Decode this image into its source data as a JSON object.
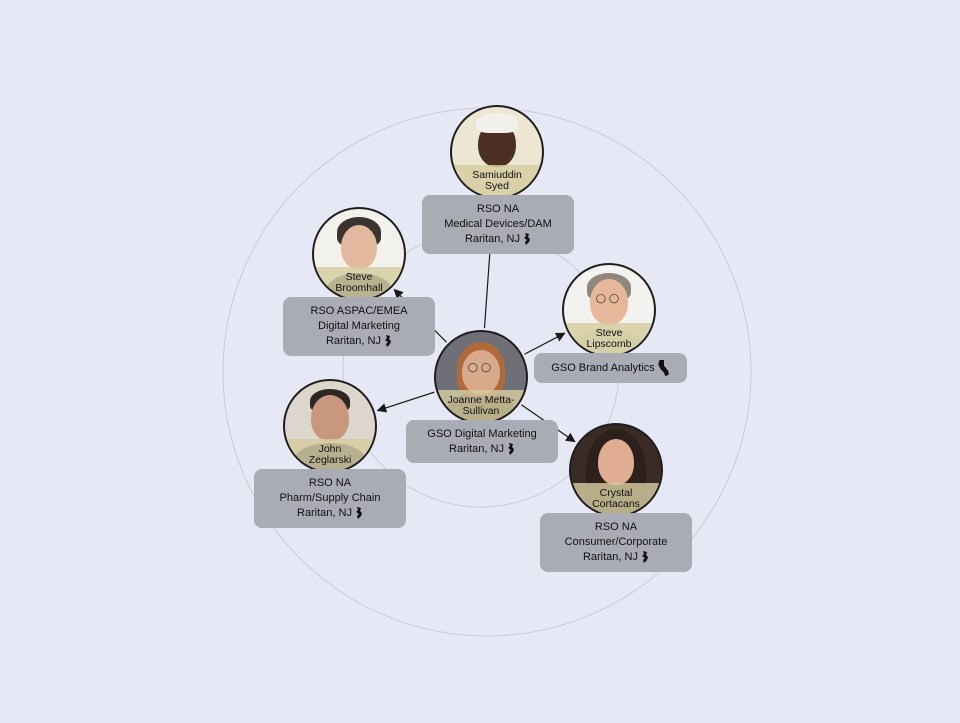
{
  "nodes": [
    {
      "id": "joanne",
      "name": "Joanne Metta-\nSullivan",
      "info_lines": [
        "GSO Digital Marketing"
      ],
      "location": "Raritan, NJ",
      "state_icon": "new-jersey-icon",
      "colors": {
        "skin": "#d8a98a",
        "hair": "#b06a3a",
        "body": "#3a3030",
        "bg": "#6f6f78"
      }
    },
    {
      "id": "samiuddin",
      "name": "Samiuddin\nSyed",
      "info_lines": [
        "RSO NA",
        "Medical Devices/DAM"
      ],
      "location": "Raritan, NJ",
      "state_icon": "new-jersey-icon",
      "colors": {
        "skin": "#4a2f22",
        "hair": "#f2f0ea",
        "body": "#e7e2d6",
        "bg": "#ece6d2"
      }
    },
    {
      "id": "steve-b",
      "name": "Steve\nBroomhall",
      "info_lines": [
        "RSO ASPAC/EMEA",
        "Digital Marketing"
      ],
      "location": "Raritan, NJ",
      "state_icon": "new-jersey-icon",
      "colors": {
        "skin": "#e2b99e",
        "hair": "#3a3330",
        "body": "#3b3f4a",
        "bg": "#f3f1ec"
      }
    },
    {
      "id": "steve-l",
      "name": "Steve\nLipscomb",
      "info_lines": [
        "GSO Brand Analytics"
      ],
      "location": "",
      "state_icon": "california-icon",
      "colors": {
        "skin": "#e6b79a",
        "hair": "#8f877c",
        "body": "#d9d6cf",
        "bg": "#f4f2ee"
      }
    },
    {
      "id": "john",
      "name": "John\nZeglarski",
      "info_lines": [
        "RSO NA",
        "Pharm/Supply Chain"
      ],
      "location": "Raritan, NJ",
      "state_icon": "new-jersey-icon",
      "colors": {
        "skin": "#c8977e",
        "hair": "#2c2624",
        "body": "#2c2f3a",
        "bg": "#dcd6cc"
      }
    },
    {
      "id": "crystal",
      "name": "Crystal\nCortacans",
      "info_lines": [
        "RSO NA",
        "Consumer/Corporate"
      ],
      "location": "Raritan, NJ",
      "state_icon": "new-jersey-icon",
      "colors": {
        "skin": "#e0ad92",
        "hair": "#2d211c",
        "body": "#2d211c",
        "bg": "#3a2b25"
      }
    }
  ],
  "edges": [
    {
      "from": "joanne",
      "to": "samiuddin"
    },
    {
      "from": "joanne",
      "to": "steve-b"
    },
    {
      "from": "joanne",
      "to": "steve-l"
    },
    {
      "from": "joanne",
      "to": "john"
    },
    {
      "from": "joanne",
      "to": "crystal"
    }
  ]
}
